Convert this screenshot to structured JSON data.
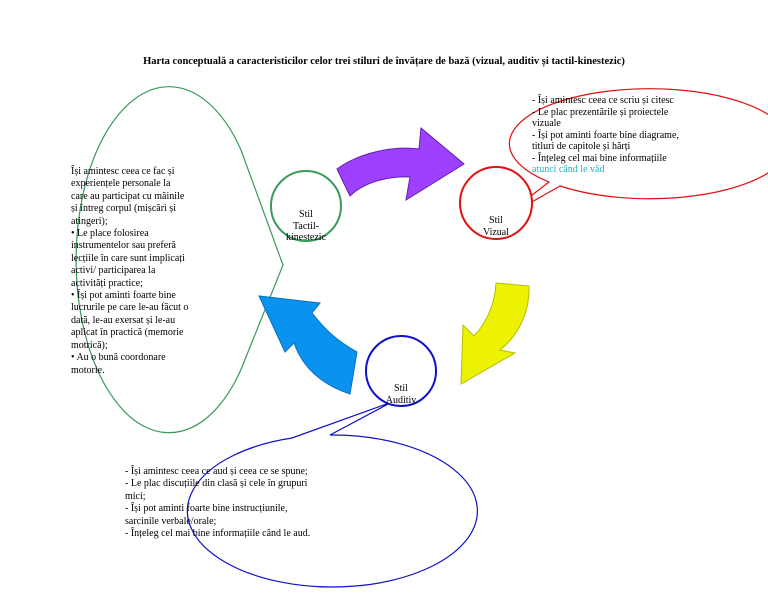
{
  "title": "Harta conceptuală a caracteristicilor celor trei stiluri de învățare de bază (vizual, auditiv și tactil-kinestezic)",
  "colors": {
    "tactil": "#3a9a5c",
    "vizual": "#e01010",
    "auditiv": "#1010c8",
    "arrow_purple": "#9f40ff",
    "arrow_yellow": "#ecf200",
    "arrow_blue": "#0a93ee",
    "highlight": "#20b2c0"
  },
  "styles": {
    "tactil": {
      "line1": "Stil",
      "line2": "Tactil-",
      "line3": "kinestezic"
    },
    "vizual": {
      "line1": "Stil",
      "line2": "Vizual"
    },
    "auditiv": {
      "line1": "Stil",
      "line2": "Auditiv"
    }
  },
  "callouts": {
    "tactil": {
      "lines": [
        "Își amintesc ceea ce fac și",
        "experiențele personale la",
        "care au participat cu mâinile",
        "și întreg corpul (mișcări și",
        "atingeri);",
        "• Le place folosirea",
        "instrumentelor sau preferă",
        "lecțiile în care sunt implicați",
        "activi/ participarea la",
        "activități practice;",
        "• Își pot aminti foarte bine",
        "lucrurile pe care le-au făcut o",
        "dată, le-au exersat și le-au",
        "aplicat în practică (memorie",
        "motrică);",
        "• Au o bună coordonare",
        "motorie."
      ]
    },
    "vizual": {
      "lines": [
        "- Își amintesc ceea ce scriu și citesc",
        "- Le plac prezentările și proiectele",
        "vizuale",
        "- Își pot aminti foarte bine diagrame,",
        "titluri de capitole și hărți",
        "- Înțeleg cel mai bine informațiile"
      ],
      "last_line": "atunci când le văd"
    },
    "auditiv": {
      "lines": [
        "- Își amintesc ceea ce aud și ceea ce se spune;",
        "- Le plac discuțiile din clasă și cele în grupuri",
        "mici;",
        "- Își pot aminti foarte bine instrucțiunile,",
        "sarcinile verbale/orale;",
        "- Înțeleg cel mai bine informațiile când le aud."
      ]
    }
  }
}
